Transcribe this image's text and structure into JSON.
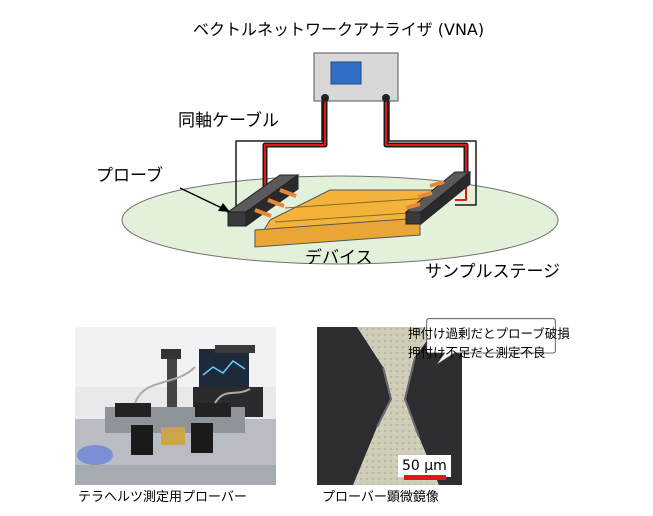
{
  "diagram": {
    "vna_title": "ベクトルネットワークアナライザ (VNA)",
    "coax_label": "同軸ケーブル",
    "probe_label": "プローブ",
    "device_label": "デバイス",
    "stage_label": "サンプルステージ"
  },
  "photos": {
    "setup_caption": "テラヘルツ測定用プローバー",
    "micro_caption": "プローバー顕微鏡像",
    "callout_line1": "押付け過剰だとプローブ破損",
    "callout_line2": "押付け不足だと測定不良",
    "scale_label": "50 µm"
  },
  "colors": {
    "stage_fill": "#e3f1da",
    "device_fill": "#f4b43c",
    "probe_fill": "#404040",
    "cable_red": "#e01818",
    "probe_tip": "#e8873a"
  }
}
